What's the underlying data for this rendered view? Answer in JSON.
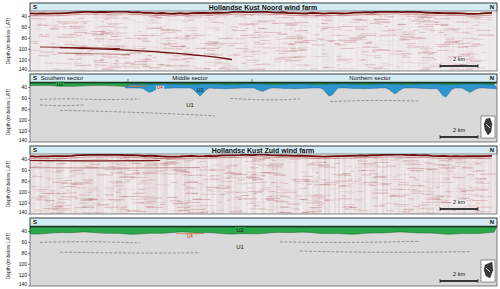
{
  "diagram": {
    "labels": [
      "S",
      "N",
      "Hollandse Kust Noord wind farm",
      "Depth (m below LAT)",
      "40",
      "60",
      "80",
      "100",
      "120",
      "140",
      "2 km",
      "S",
      "N",
      "Southern sector",
      "Middle sector",
      "Northern sector",
      "U2",
      "U4",
      "U3",
      "U1",
      "Depth (m below LAT)",
      "40",
      "60",
      "80",
      "100",
      "120",
      "140",
      "2 km",
      "S",
      "N",
      "Hollandse Kust Zuid wind farm",
      "Depth (m below LAT)",
      "40",
      "60",
      "80",
      "100",
      "120",
      "140",
      "2 km",
      "S",
      "N",
      "U2",
      "U4",
      "U1",
      "Depth (m below LAT)",
      "40",
      "60",
      "80",
      "100",
      "120",
      "140",
      "2 km"
    ]
  }
}
